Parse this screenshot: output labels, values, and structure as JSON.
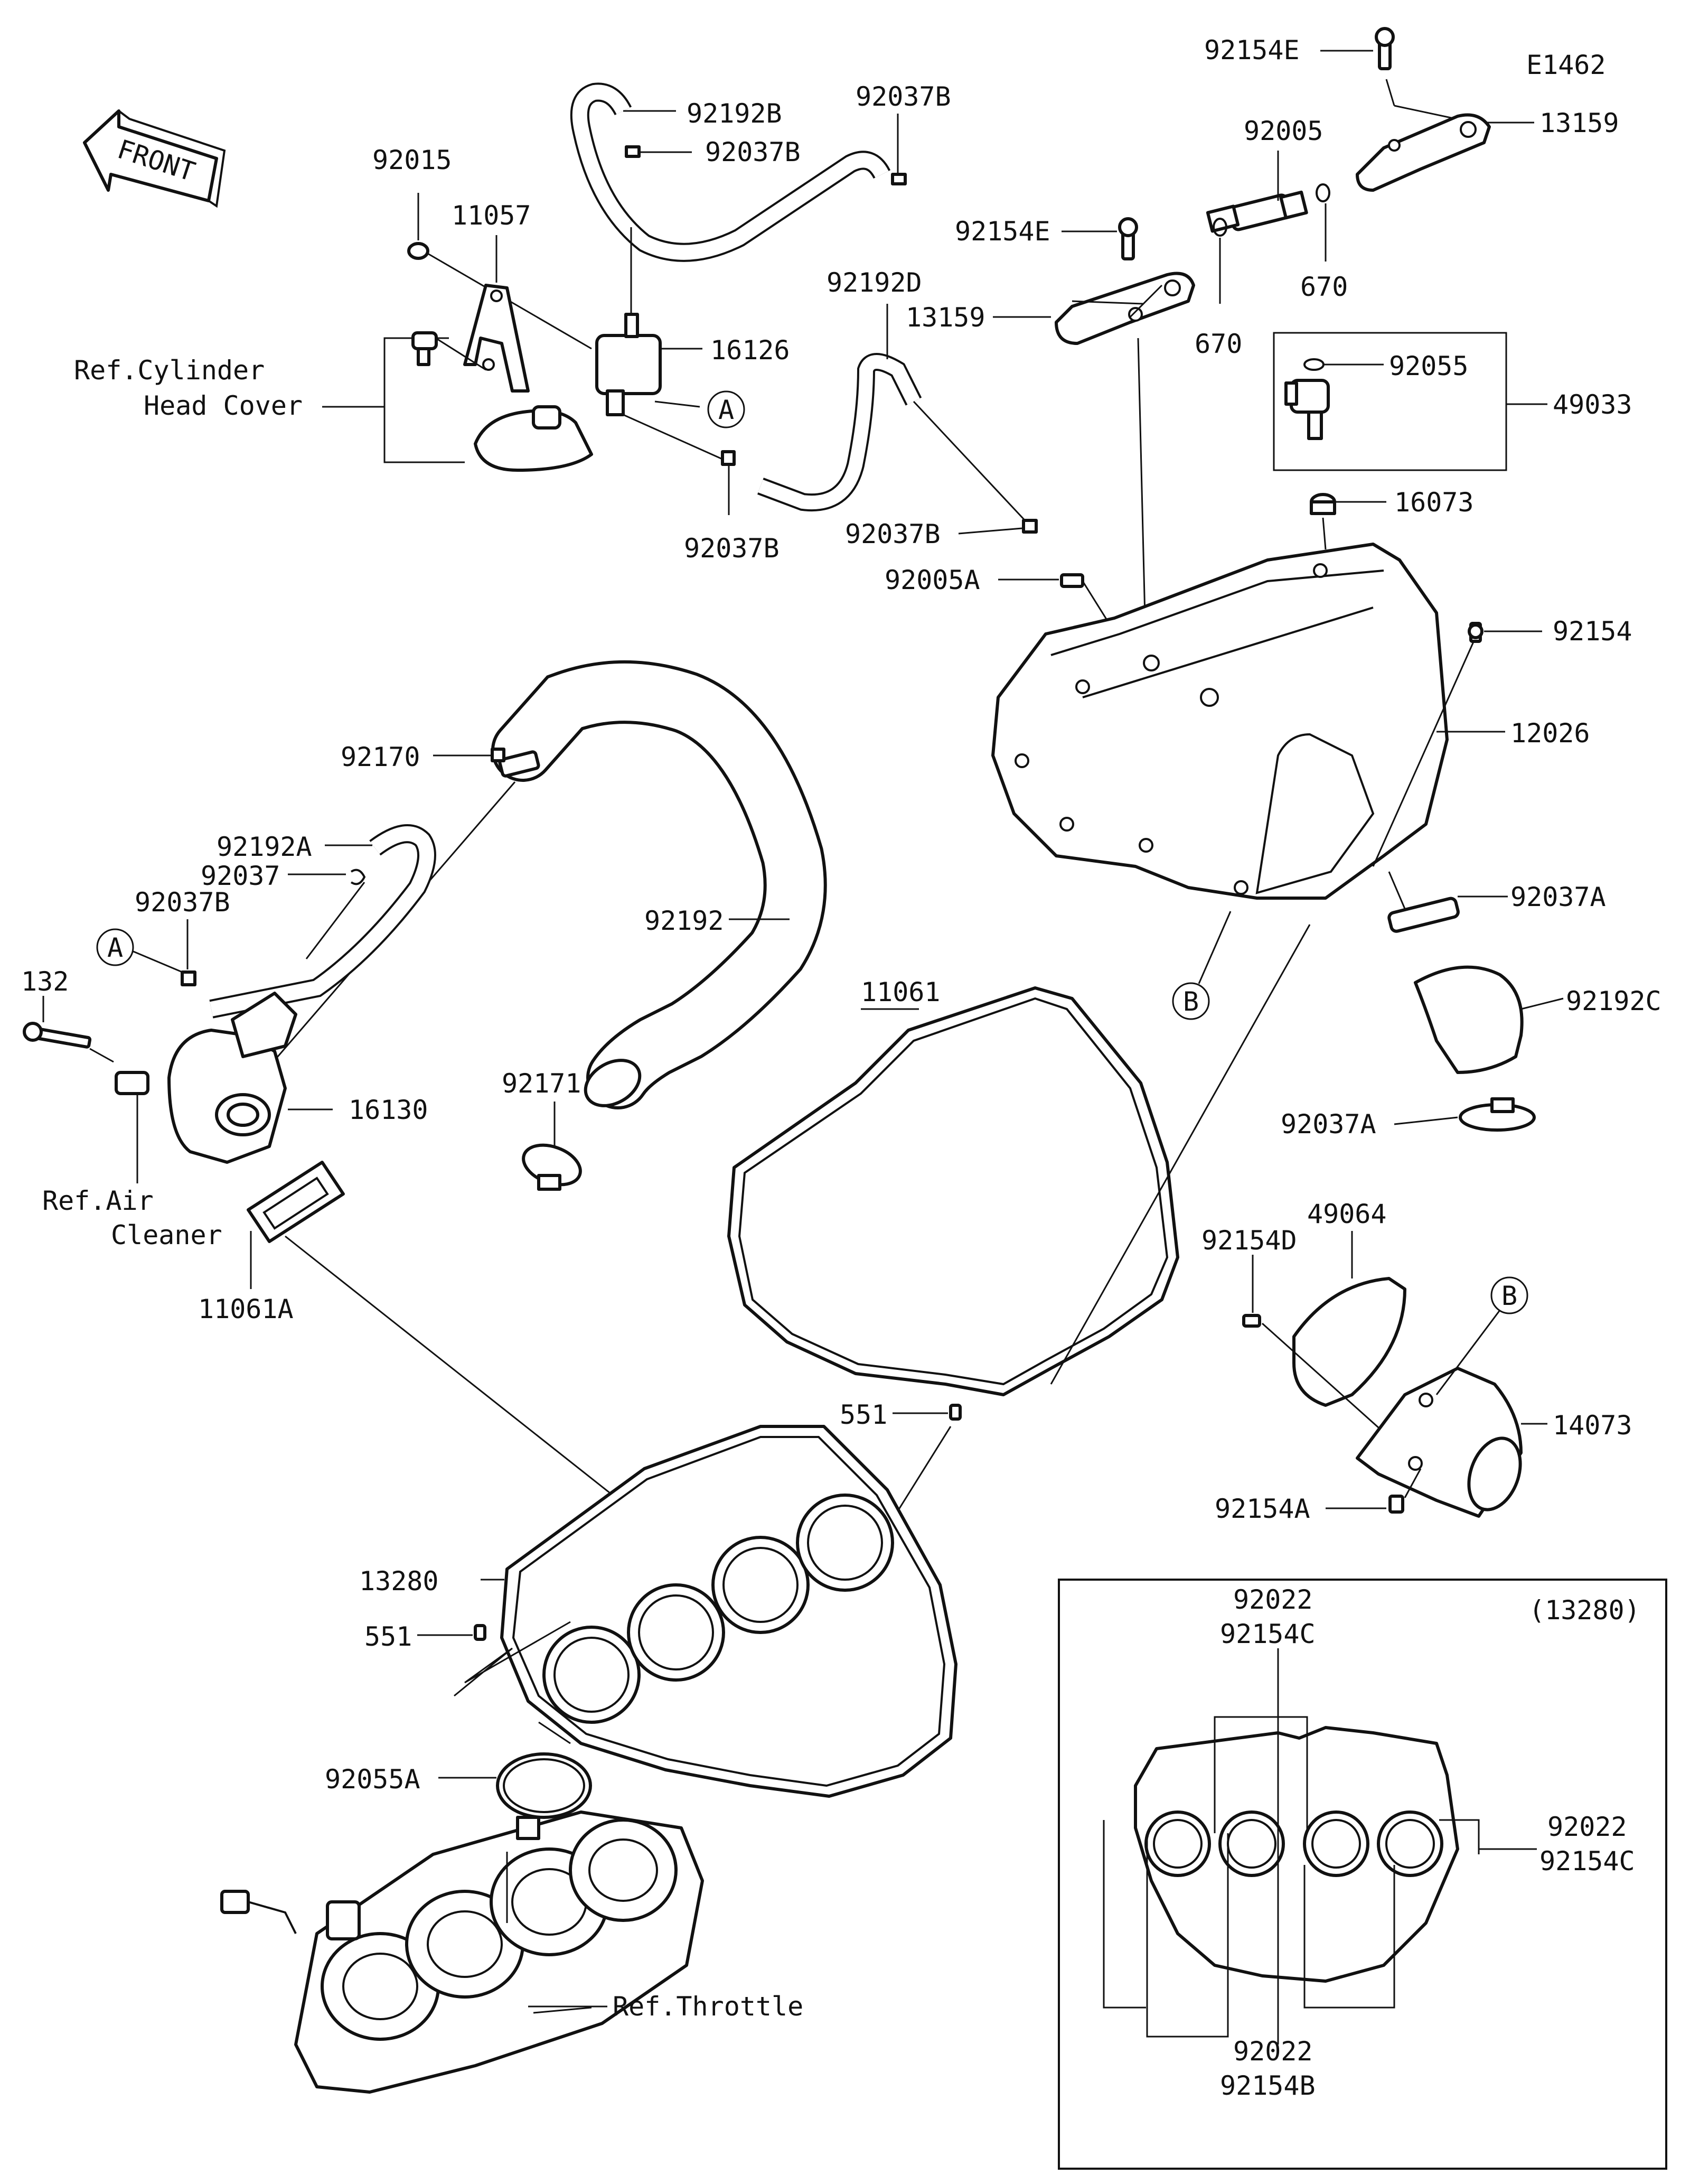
{
  "diagram_code": "E1462",
  "front_badge": "FRONT",
  "refs": {
    "cylinder_head_cover_1": "Ref.Cylinder",
    "cylinder_head_cover_2": "Head Cover",
    "air_cleaner_1": "Ref.Air",
    "air_cleaner_2": "Cleaner",
    "throttle": "Ref.Throttle"
  },
  "callouts": {
    "A": "A",
    "B": "B"
  },
  "parts": {
    "p92154E_top": "92154E",
    "p13159_top": "13159",
    "p92005": "92005",
    "p670_right": "670",
    "p92154E_mid": "92154E",
    "p13159_mid": "13159",
    "p670_mid": "670",
    "p92055": "92055",
    "p49033": "49033",
    "p16073": "16073",
    "p92192B": "92192B",
    "p92037B_a": "92037B",
    "p92037B_b": "92037B",
    "p92015": "92015",
    "p11057": "11057",
    "p16126": "16126",
    "p92037B_c": "92037B",
    "p92192D": "92192D",
    "p92037B_d": "92037B",
    "p92005A": "92005A",
    "p92154": "92154",
    "p12026": "12026",
    "p92037A_top": "92037A",
    "p92192C": "92192C",
    "p92037A_bot": "92037A",
    "p92170": "92170",
    "p92192A": "92192A",
    "p92037": "92037",
    "p92037B_e": "92037B",
    "p92192": "92192",
    "p11061": "11061",
    "p132": "132",
    "p92171": "92171",
    "p16130": "16130",
    "p11061A": "11061A",
    "p92154D": "92154D",
    "p49064": "49064",
    "p14073": "14073",
    "p92154A": "92154A",
    "p551_top": "551",
    "p13280": "13280",
    "p551_left": "551",
    "p92055A": "92055A"
  },
  "inset": {
    "title": "(13280)",
    "top_1": "92022",
    "top_2": "92154C",
    "right_1": "92022",
    "right_2": "92154C",
    "bottom_1": "92022",
    "bottom_2": "92154B"
  }
}
